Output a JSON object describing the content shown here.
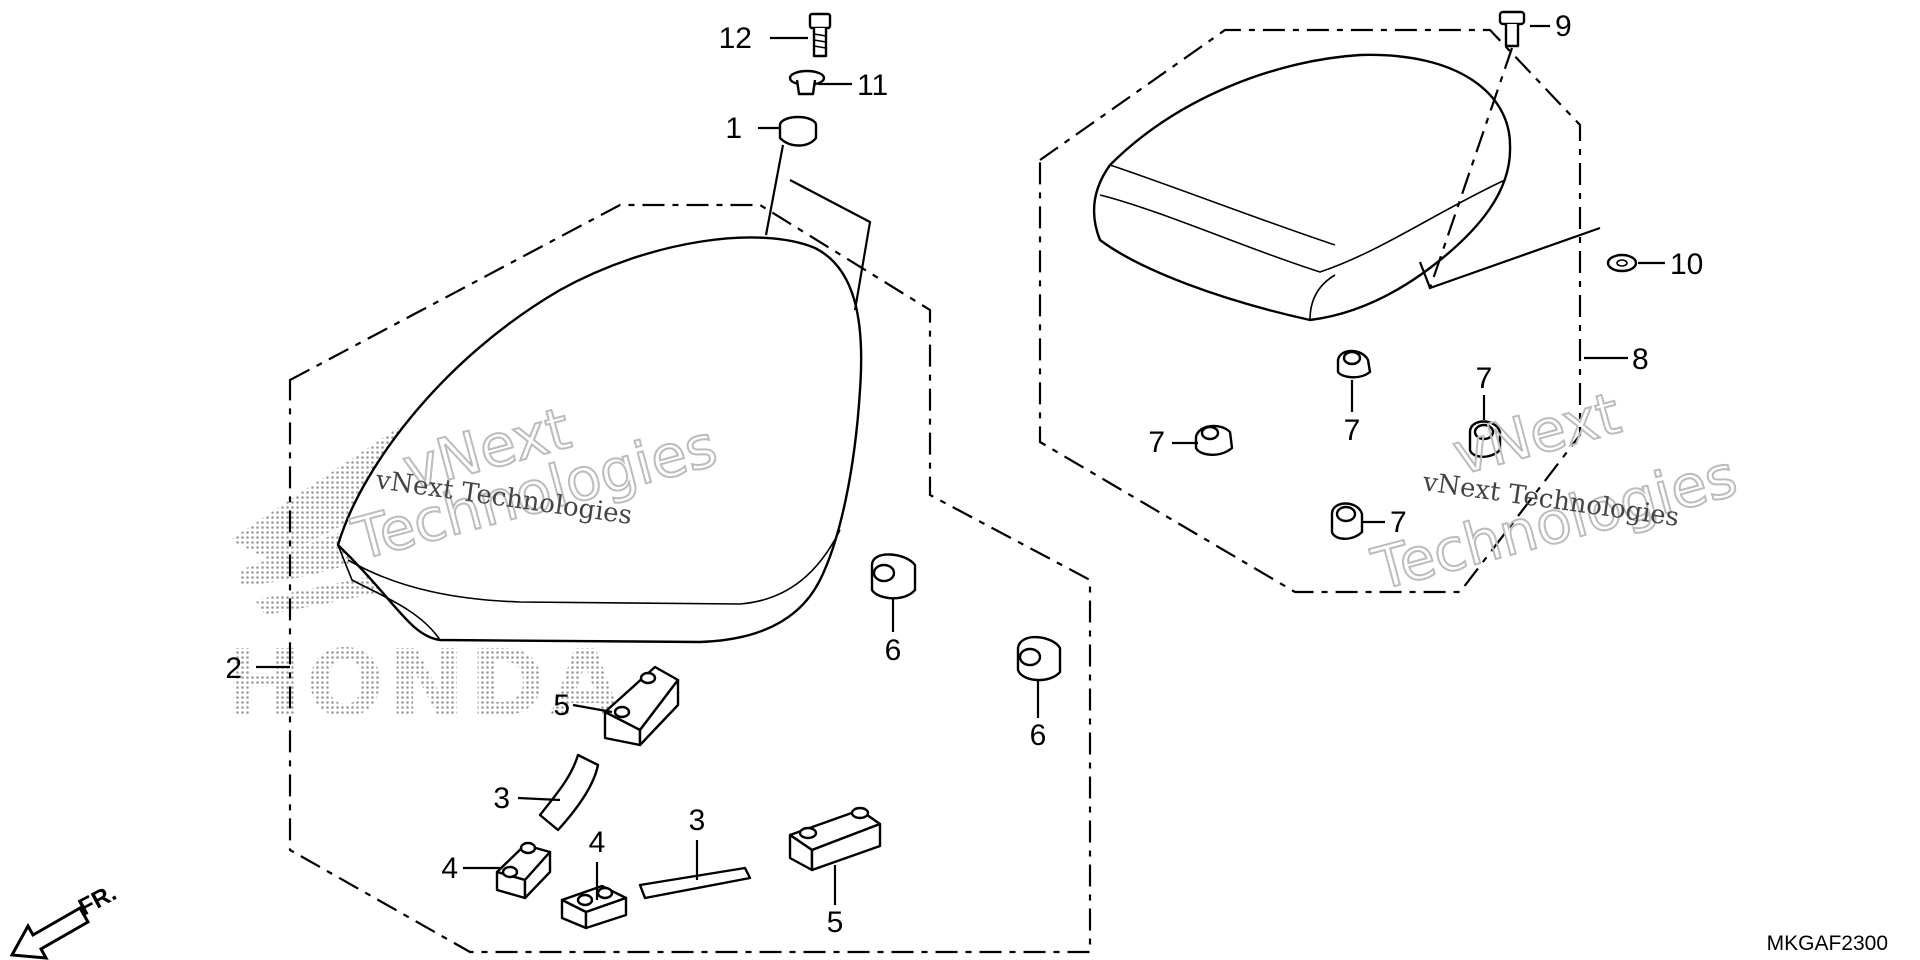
{
  "diagram": {
    "drawing_code": "MKGAF2300",
    "front_indicator": "FR.",
    "watermark_text": "vNext Technologies",
    "watermark_outline_lines": [
      "vNext",
      "Technologies"
    ],
    "logo_text": "HONDA",
    "callouts": {
      "c1": "1",
      "c2": "2",
      "c3a": "3",
      "c3b": "3",
      "c4a": "4",
      "c4b": "4",
      "c5a": "5",
      "c5b": "5",
      "c6a": "6",
      "c6b": "6",
      "c7a": "7",
      "c7b": "7",
      "c7c": "7",
      "c7d": "7",
      "c8": "8",
      "c9": "9",
      "c10": "10",
      "c11": "11",
      "c12": "12"
    }
  },
  "colors": {
    "line": "#000000",
    "background": "#ffffff",
    "logo_dots": "#9a9a9a",
    "watermark": "#bcbcbc"
  }
}
